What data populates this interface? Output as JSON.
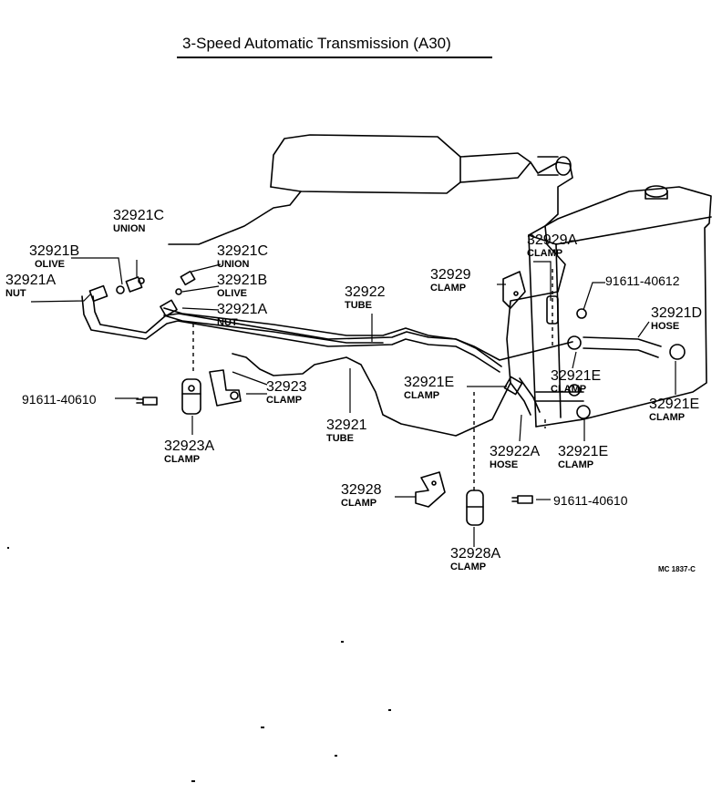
{
  "title": "3-Speed Automatic Transmission (A30)",
  "code": "MC 1837-C",
  "labels": {
    "c_left": {
      "pn": "32921C",
      "name": "UNION"
    },
    "b_left": {
      "pn": "32921B",
      "name": "OLIVE"
    },
    "a_left": {
      "pn": "32921A",
      "name": "NUT"
    },
    "c_mid": {
      "pn": "32921C",
      "name": "UNION"
    },
    "b_mid": {
      "pn": "32921B",
      "name": "OLIVE"
    },
    "a_mid": {
      "pn": "32921A",
      "name": "NUT"
    },
    "tube_22": {
      "pn": "32922",
      "name": "TUBE"
    },
    "clamp_29": {
      "pn": "32929",
      "name": "CLAMP"
    },
    "clamp_29a": {
      "pn": "32929A",
      "name": "CLAMP"
    },
    "bolt_612": {
      "pn": "91611-40612",
      "name": ""
    },
    "hose_d": {
      "pn": "32921D",
      "name": "HOSE"
    },
    "bolt_610_left": {
      "pn": "91611-40610",
      "name": ""
    },
    "clamp_23": {
      "pn": "32923",
      "name": "CLAMP"
    },
    "tube_21": {
      "pn": "32921",
      "name": "TUBE"
    },
    "clamp_23a": {
      "pn": "32923A",
      "name": "CLAMP"
    },
    "e_center": {
      "pn": "32921E",
      "name": "CLAMP"
    },
    "e_rad1": {
      "pn": "32921E",
      "name": "CLAMP"
    },
    "e_rad2": {
      "pn": "32921E",
      "name": "CLAMP"
    },
    "e_rad3": {
      "pn": "32921E",
      "name": "CLAMP"
    },
    "hose_22a": {
      "pn": "32922A",
      "name": "HOSE"
    },
    "clamp_28": {
      "pn": "32928",
      "name": "CLAMP"
    },
    "bolt_610_right": {
      "pn": "91611-40610",
      "name": ""
    },
    "clamp_28a": {
      "pn": "32928A",
      "name": "CLAMP"
    }
  }
}
